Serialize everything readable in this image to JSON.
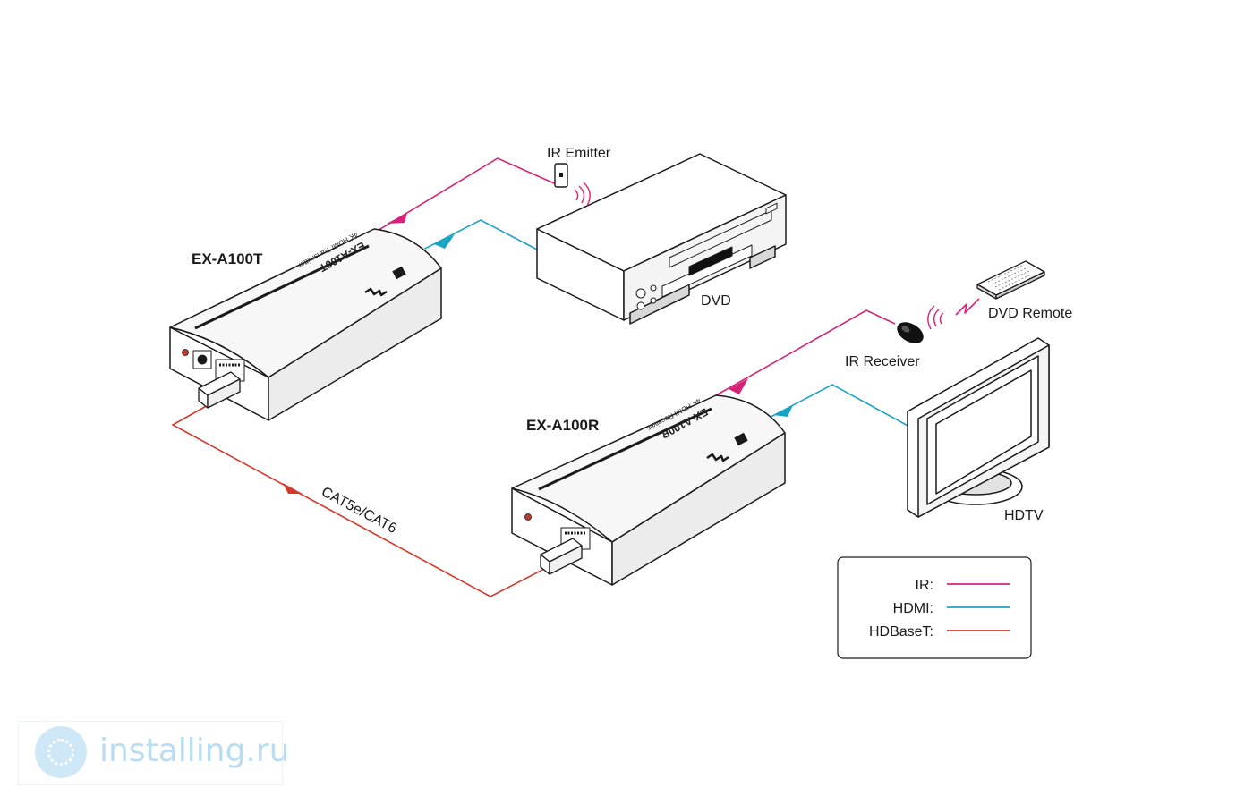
{
  "devices": {
    "transmitter": {
      "model": "EX-A100T",
      "subtitle": "4K HDMI Transmitter"
    },
    "receiver": {
      "model": "EX-A100R",
      "subtitle": "4K HDMI Receiver"
    },
    "dvd": {
      "label": "DVD"
    },
    "hdtv": {
      "label": "HDTV"
    },
    "ir_emitter": {
      "label": "IR Emitter"
    },
    "ir_receiver": {
      "label": "IR Receiver"
    },
    "dvd_remote": {
      "label": "DVD Remote"
    }
  },
  "cable_label": "CAT5e/CAT6",
  "legend": {
    "items": [
      {
        "label": "IR:",
        "color": "#d6237a"
      },
      {
        "label": "HDMI:",
        "color": "#1aa3c4"
      },
      {
        "label": "HDBaseT:",
        "color": "#d33a2c"
      }
    ]
  },
  "colors": {
    "ir": "#d6237a",
    "hdmi": "#1aa3c4",
    "hdbaset": "#d33a2c"
  },
  "watermark": {
    "text": "installing.ru"
  }
}
